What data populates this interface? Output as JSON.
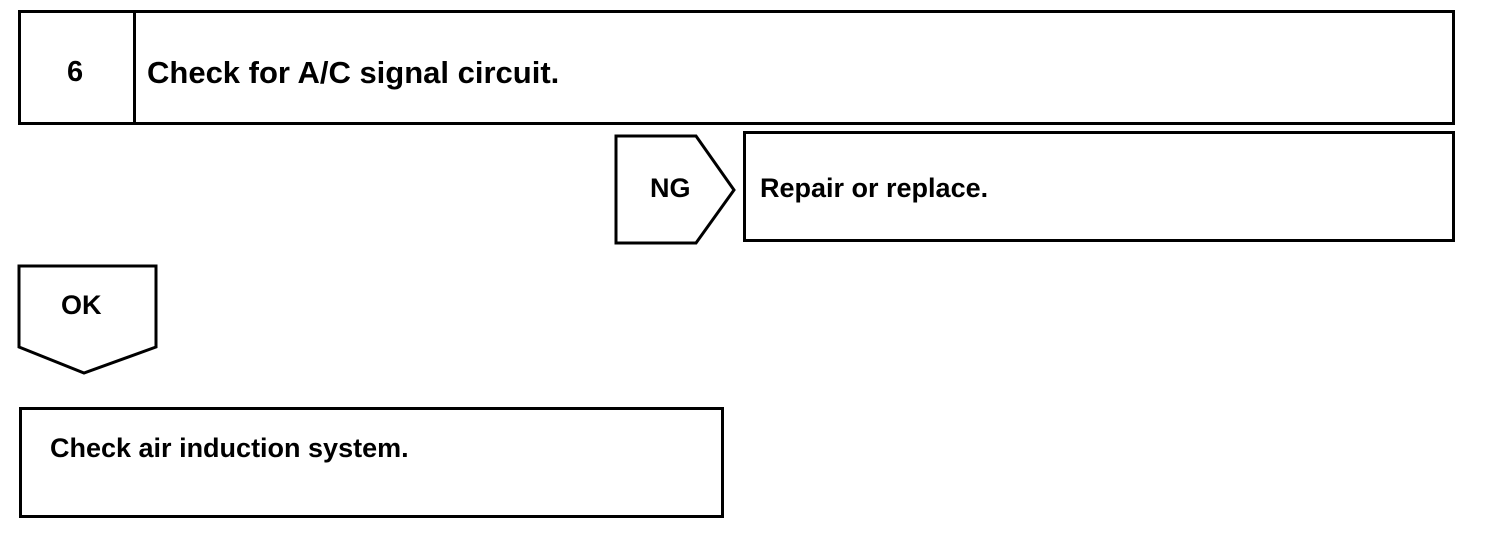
{
  "step": {
    "number": "6",
    "title": "Check for A/C signal circuit."
  },
  "ng_branch": {
    "label": "NG",
    "action": "Repair or replace."
  },
  "ok_branch": {
    "label": "OK",
    "next_step": "Check air induction system."
  }
}
